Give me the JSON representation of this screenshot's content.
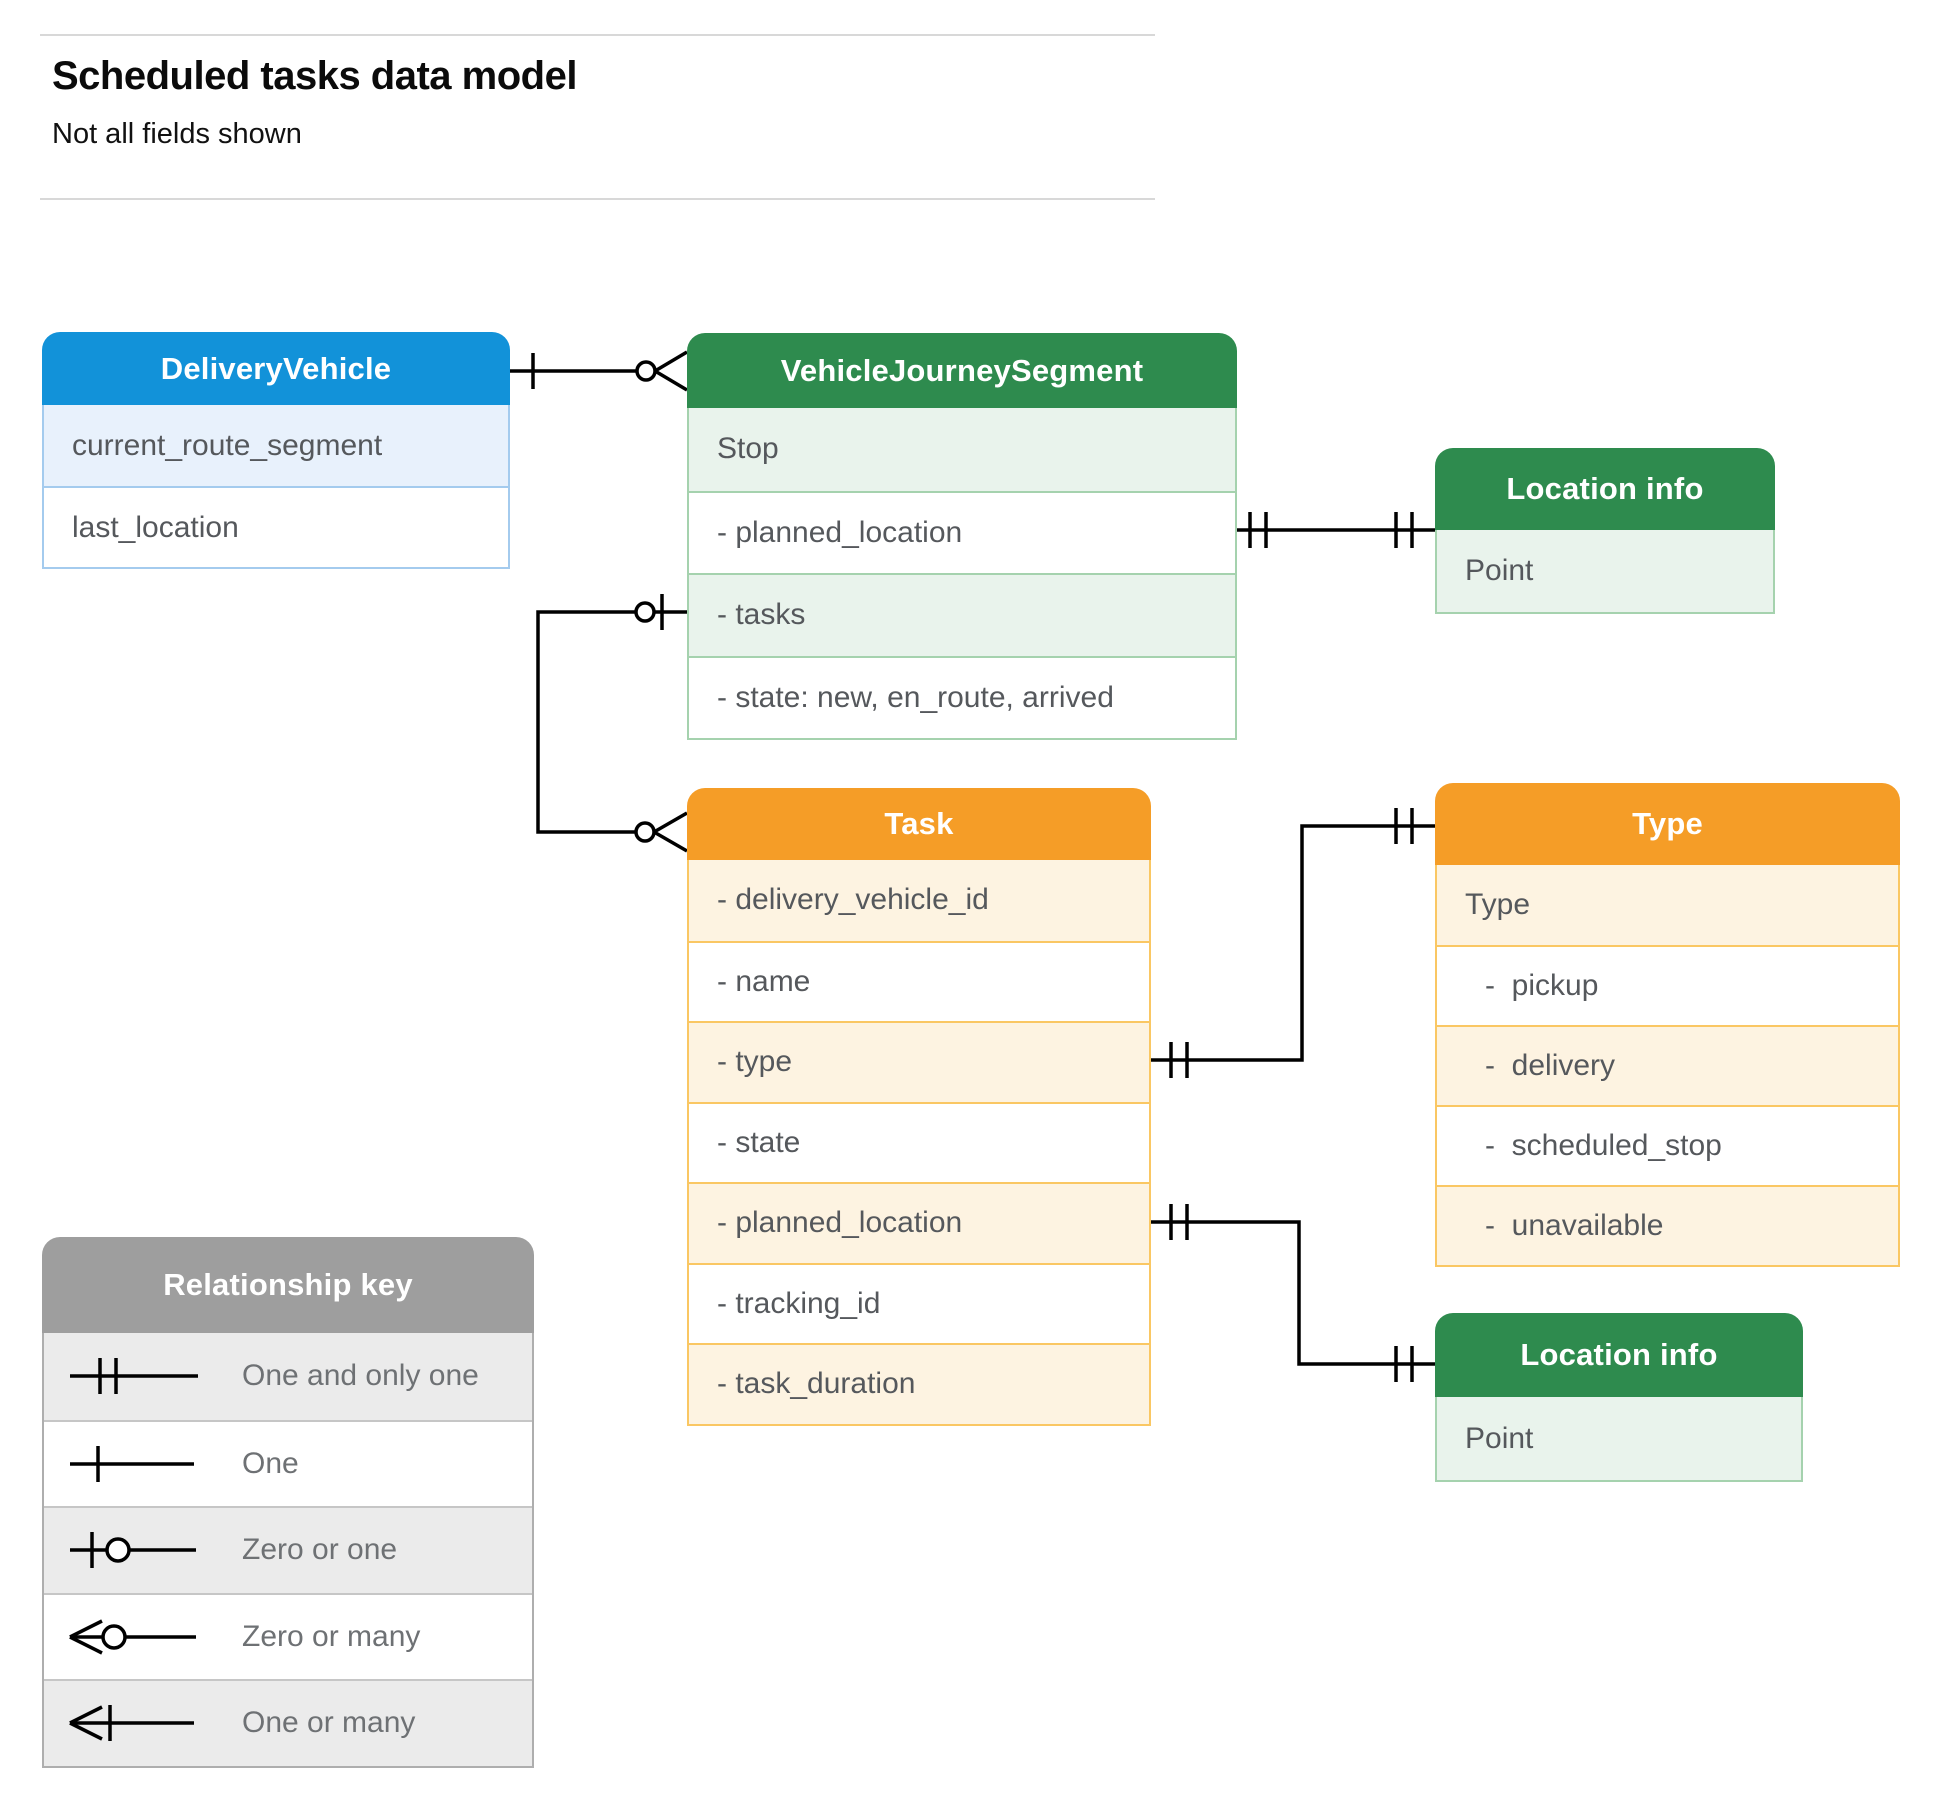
{
  "page": {
    "title": "Scheduled tasks data model",
    "subtitle": "Not all fields shown"
  },
  "entities": [
    {
      "id": "delivery-vehicle",
      "title": "DeliveryVehicle",
      "theme": "blue",
      "rows": [
        "current_route_segment",
        "last_location"
      ]
    },
    {
      "id": "vehicle-journey-segment",
      "title": "VehicleJourneySegment",
      "theme": "green",
      "rows": [
        "Stop",
        "- planned_location",
        "- tasks",
        "- state: new, en_route, arrived"
      ]
    },
    {
      "id": "location-info-stop",
      "title": "Location info",
      "theme": "green",
      "rows": [
        "Point"
      ]
    },
    {
      "id": "task",
      "title": "Task",
      "theme": "orange",
      "rows": [
        "- delivery_vehicle_id",
        "- name",
        "- type",
        "- state",
        "- planned_location",
        "- tracking_id",
        "- task_duration"
      ]
    },
    {
      "id": "type",
      "title": "Type",
      "theme": "orange",
      "rows": [
        "Type",
        "-  pickup",
        "-  delivery",
        "-  scheduled_stop",
        "-  unavailable"
      ]
    },
    {
      "id": "location-info-task",
      "title": "Location info",
      "theme": "green",
      "rows": [
        "Point"
      ]
    }
  ],
  "legend": {
    "title": "Relationship key",
    "rows": [
      {
        "symbol": "one-and-only-one",
        "label": "One and only one"
      },
      {
        "symbol": "one",
        "label": "One"
      },
      {
        "symbol": "zero-or-one",
        "label": "Zero or one"
      },
      {
        "symbol": "zero-or-many",
        "label": "Zero or many"
      },
      {
        "symbol": "one-or-many",
        "label": "One or many"
      }
    ]
  },
  "relationships": [
    {
      "from": "DeliveryVehicle",
      "to": "VehicleJourneySegment",
      "from_cardinality": "one",
      "to_cardinality": "zero-or-many"
    },
    {
      "from": "VehicleJourneySegment.tasks",
      "to": "Task",
      "from_cardinality": "zero-or-one",
      "to_cardinality": "zero-or-many"
    },
    {
      "from": "VehicleJourneySegment.planned_location",
      "to": "Location info",
      "from_cardinality": "one-and-only-one",
      "to_cardinality": "one-and-only-one"
    },
    {
      "from": "Task.type",
      "to": "Type",
      "from_cardinality": "one-and-only-one",
      "to_cardinality": "one-and-only-one"
    },
    {
      "from": "Task.planned_location",
      "to": "Location info",
      "from_cardinality": "one-and-only-one",
      "to_cardinality": "one-and-only-one"
    }
  ],
  "colors": {
    "blue_header": "#1292d9",
    "blue_tint": "#e8f1fc",
    "green_header": "#2e8b4e",
    "green_tint": "#e9f3ec",
    "orange_header": "#f59d27",
    "orange_tint": "#fdf3e1",
    "gray_header": "#9e9e9e",
    "gray_tint": "#ebebeb"
  }
}
